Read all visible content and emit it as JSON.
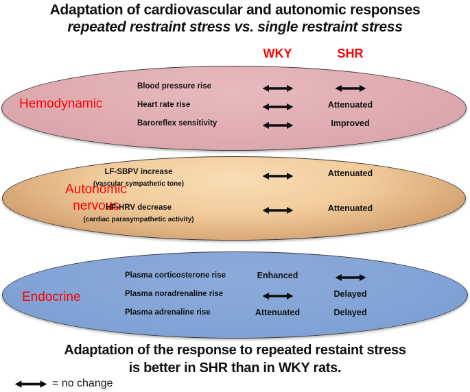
{
  "title": {
    "line1": "Adaptation of cardiovascular and autonomic responses",
    "line2": "repeated restraint stress vs. single restraint stress"
  },
  "columns": {
    "wky": "WKY",
    "shr": "SHR"
  },
  "colors": {
    "label_red": "#fe0000",
    "hemodynamic_fill": "#dfacb1",
    "autonomic_fill_light": "#f8dcb2",
    "autonomic_fill_dark": "#bc8252",
    "endocrine_fill": "#83a4d6",
    "arrow_black": "#0d0d0d"
  },
  "sections": [
    {
      "label": "Hemodynamic",
      "rows": [
        {
          "label": "Blood pressure rise",
          "wky": "no change",
          "shr": "no change"
        },
        {
          "label": "Heart rate rise",
          "wky": "no change",
          "shr": "Attenuated"
        },
        {
          "label": "Baroreflex sensitivity",
          "wky": "no change",
          "shr": "Improved"
        }
      ]
    },
    {
      "label": "Autonomic nervous",
      "rows": [
        {
          "label": "LF-SBPV increase",
          "sublabel": "(vascular sympathetic tone)",
          "wky": "no change",
          "shr": "Attenuated"
        },
        {
          "label": "HF-HRV decrease",
          "sublabel": "(cardiac parasympathetic activity)",
          "wky": "no change",
          "shr": "Attenuated"
        }
      ]
    },
    {
      "label": "Endocrine",
      "rows": [
        {
          "label": "Plasma corticosterone rise",
          "wky": "Enhanced",
          "shr": "no change"
        },
        {
          "label": "Plasma noradrenaline rise",
          "wky": "no change",
          "shr": "Delayed"
        },
        {
          "label": "Plasma adrenaline rise",
          "wky": "Attenuated",
          "shr": "Delayed"
        }
      ]
    }
  ],
  "footer": {
    "line1": "Adaptation of the response to repeated restaint stress",
    "line2": "is better in SHR than in WKY rats."
  },
  "legend": {
    "label": "= no change"
  }
}
